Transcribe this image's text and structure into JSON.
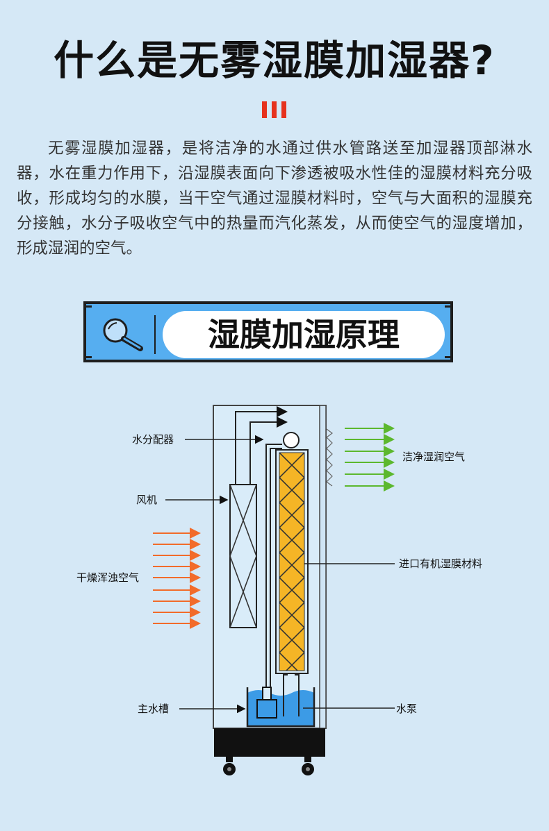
{
  "header": {
    "title": "什么是无雾湿膜加湿器?"
  },
  "intro": {
    "text": "无雾湿膜加湿器，是将洁净的水通过供水管路送至加湿器顶部淋水器，水在重力作用下，沿湿膜表面向下渗透被吸水性佳的湿膜材料充分吸收，形成均匀的水膜，当干空气通过湿膜材料时，空气与大面积的湿膜充分接触，水分子吸收空气中的热量而汽化蒸发，从而使空气的湿度增加，形成湿润的空气。"
  },
  "banner": {
    "title": "湿膜加湿原理",
    "icon": "magnifier-icon"
  },
  "diagram": {
    "labels": {
      "water_distributor": "水分配器",
      "fan": "风机",
      "dry_air": "干燥浑浊空气",
      "main_tank": "主水槽",
      "clean_air": "洁净湿润空气",
      "membrane": "进口有机湿膜材料",
      "pump": "水泵"
    },
    "colors": {
      "accent_red": "#e6321e",
      "banner_blue": "#56aef0",
      "dry_air_arrow": "#f26b2a",
      "clean_air_arrow": "#5cb82e",
      "membrane_fill": "#f5b526",
      "water": "#3c9be6"
    }
  }
}
